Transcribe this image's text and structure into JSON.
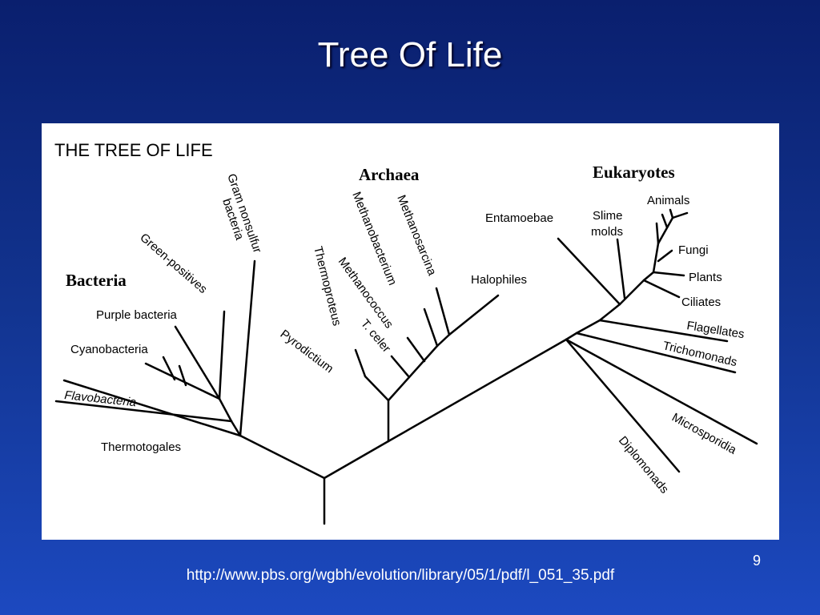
{
  "slide": {
    "title": "Tree Of Life",
    "page_number": "9",
    "source_url": "http://www.pbs.org/wgbh/evolution/library/05/1/pdf/l_051_35.pdf"
  },
  "diagram": {
    "heading": "THE TREE OF LIFE",
    "groups": {
      "bacteria": "Bacteria",
      "archaea": "Archaea",
      "eukaryotes": "Eukaryotes"
    },
    "taxa": {
      "gram_nonsulfur": [
        "Gram nonsulfur",
        "bacteria"
      ],
      "green_positives": "Green-positives",
      "purple_bacteria": "Purple bacteria",
      "cyanobacteria": "Cyanobacteria",
      "flavobacteria": "Flavobacteria",
      "thermotogales": "Thermotogales",
      "methanosarcina": "Methanosarcina",
      "methanobacterium": "Methanobacterium",
      "thermoproteus": "Thermoproteus",
      "methanococcus": "Methanococcus",
      "t_celer": "T. celer",
      "pyrodictium": "Pyrodictium",
      "halophiles": "Halophiles",
      "entamoebae": "Entamoebae",
      "slime_molds": [
        "Slime",
        "molds"
      ],
      "animals": "Animals",
      "fungi": "Fungi",
      "plants": "Plants",
      "ciliates": "Ciliates",
      "flagellates": "Flagellates",
      "trichomonads": "Trichomonads",
      "microsporidia": "Microsporidia",
      "diplomonads": "Diplomonads"
    }
  }
}
